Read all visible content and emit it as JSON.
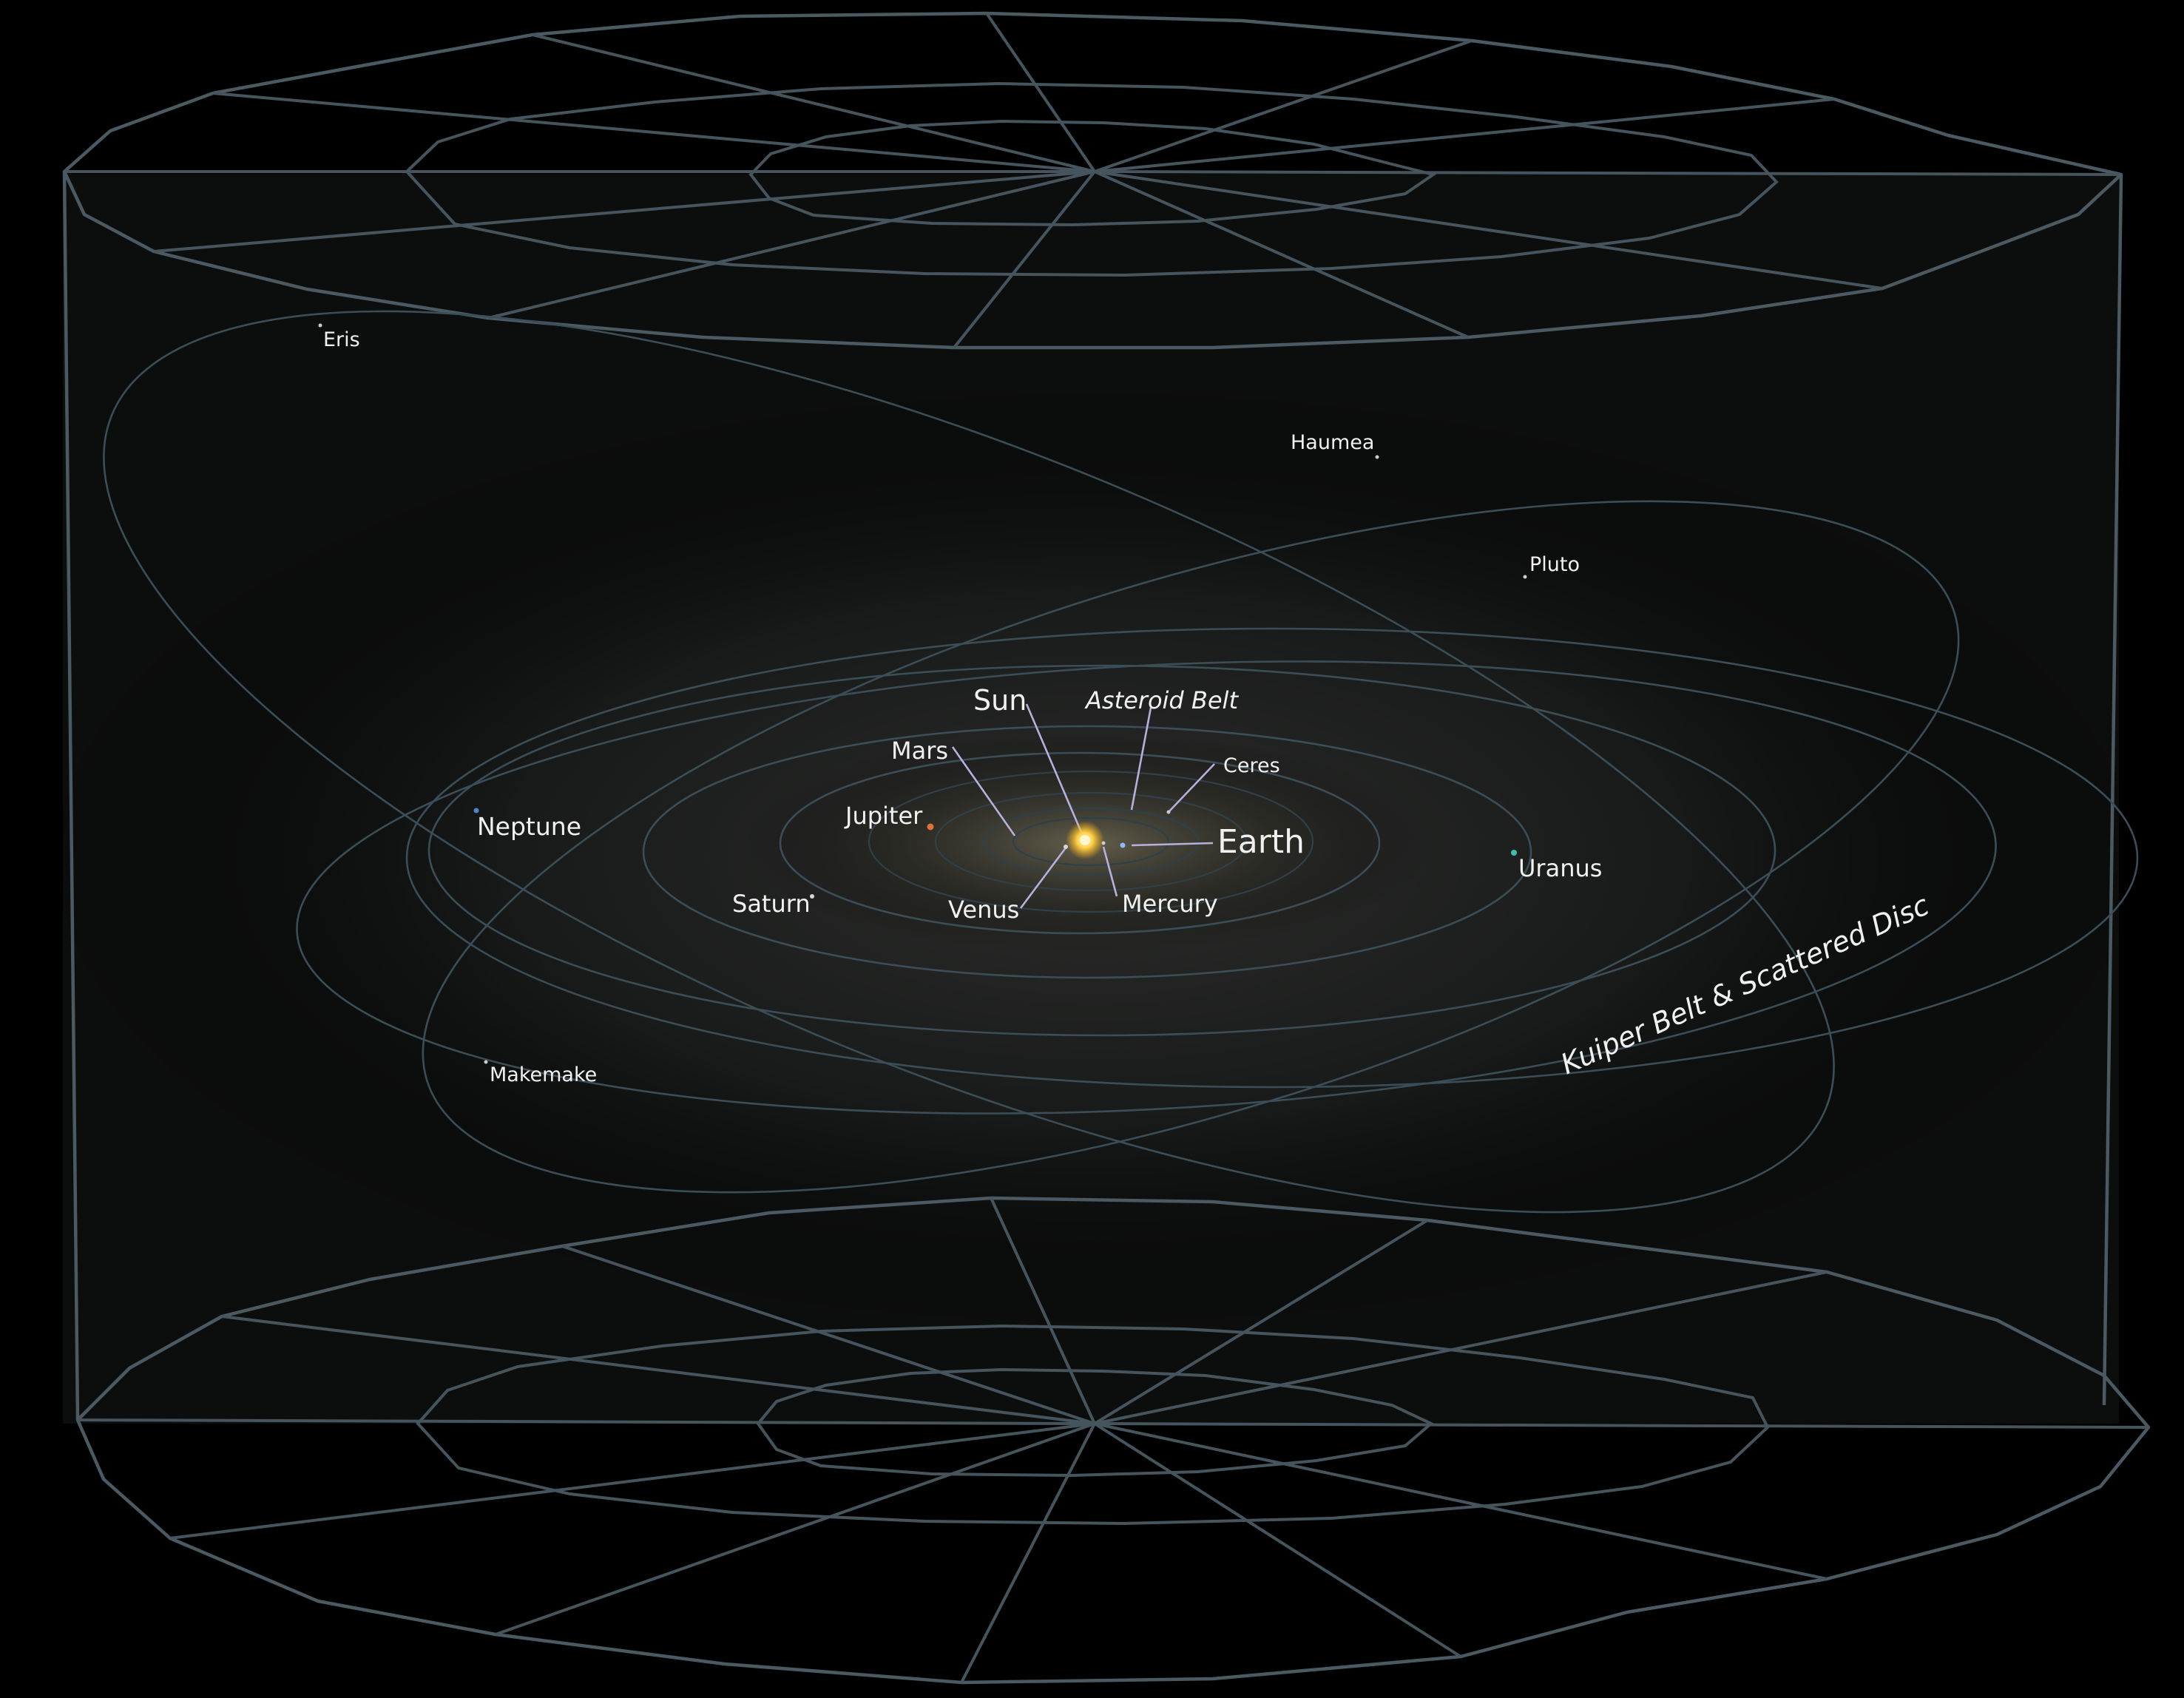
{
  "title": "",
  "colors": {
    "background": "#000000",
    "frame": "#4b5a62",
    "orbit": "#3b4e58",
    "leader": "#b8b0dc",
    "label": "#f1f1f1",
    "earth_label": "#e01818",
    "sun": "#ffd24a",
    "jupiter": "#e0703a",
    "uranus": "#3fbfb0",
    "neptune": "#4a86c8"
  },
  "labels": {
    "eris": "Eris",
    "haumea": "Haumea",
    "pluto": "Pluto",
    "sun": "Sun",
    "asteroid_belt": "Asteroid Belt",
    "mars": "Mars",
    "ceres": "Ceres",
    "jupiter": "Jupiter",
    "earth": "Earth",
    "neptune": "Neptune",
    "uranus": "Uranus",
    "saturn": "Saturn",
    "venus": "Venus",
    "mercury": "Mercury",
    "makemake": "Makemake",
    "kuiper": "Kuiper Belt & Scattered Disc"
  }
}
